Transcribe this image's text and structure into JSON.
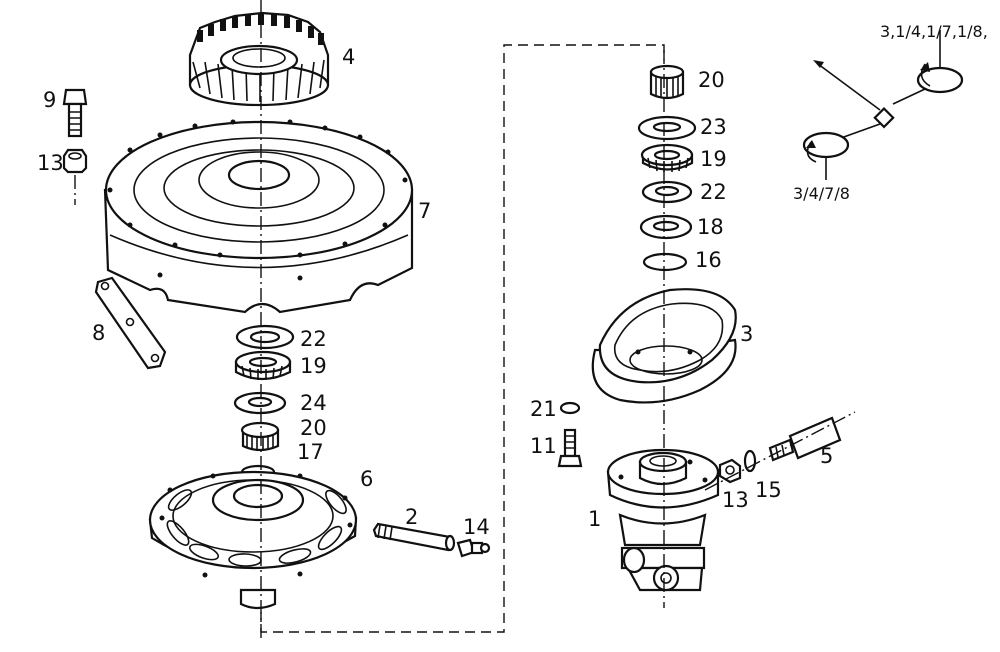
{
  "callouts": {
    "p1": "1",
    "p2": "2",
    "p3": "3",
    "p4": "4",
    "p5": "5",
    "p6": "6",
    "p7": "7",
    "p8": "8",
    "p9": "9",
    "p11": "11",
    "p13a": "13",
    "p13b": "13",
    "p14": "14",
    "p15": "15",
    "p16": "16",
    "p17": "17",
    "p18": "18",
    "p19a": "19",
    "p19b": "19",
    "p20a": "20",
    "p20b": "20",
    "p21": "21",
    "p22a": "22",
    "p22b": "22",
    "p23": "23",
    "p24": "24"
  },
  "rotation_labels": {
    "upper": "3,1/4,1/7,1/8,",
    "lower": "3/4/7/8"
  }
}
